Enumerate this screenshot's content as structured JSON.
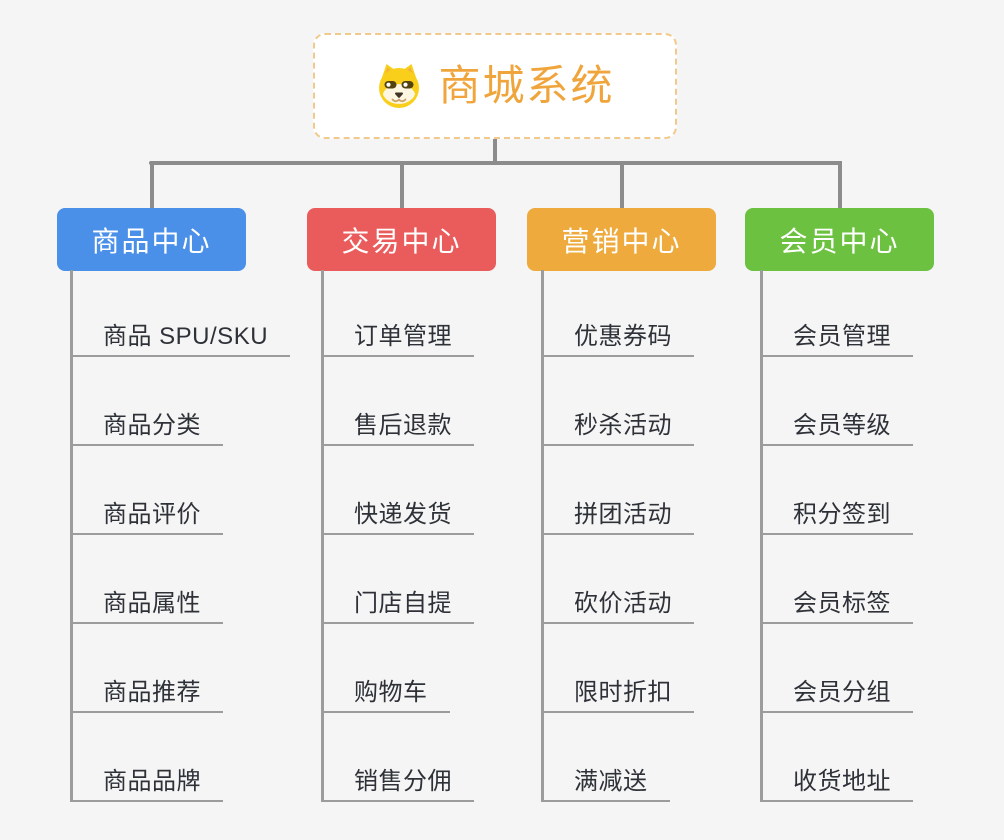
{
  "root": {
    "title": "商城系统",
    "icon": "shiba-dog-icon"
  },
  "branches": [
    {
      "label": "商品中心",
      "color": "#4a8fe8",
      "children": [
        "商品 SPU/SKU",
        "商品分类",
        "商品评价",
        "商品属性",
        "商品推荐",
        "商品品牌"
      ]
    },
    {
      "label": "交易中心",
      "color": "#ea5c5c",
      "children": [
        "订单管理",
        "售后退款",
        "快递发货",
        "门店自提",
        "购物车",
        "销售分佣"
      ]
    },
    {
      "label": "营销中心",
      "color": "#eeaa3d",
      "children": [
        "优惠券码",
        "秒杀活动",
        "拼团活动",
        "砍价活动",
        "限时折扣",
        "满减送"
      ]
    },
    {
      "label": "会员中心",
      "color": "#6cc240",
      "children": [
        "会员管理",
        "会员等级",
        "积分签到",
        "会员标签",
        "会员分组",
        "收货地址"
      ]
    }
  ],
  "colors": {
    "background": "#f5f5f5",
    "connector": "#8c8c8c",
    "underline": "#9c9c9c",
    "root_accent": "#f0a53c",
    "root_border": "#f2c98c"
  }
}
